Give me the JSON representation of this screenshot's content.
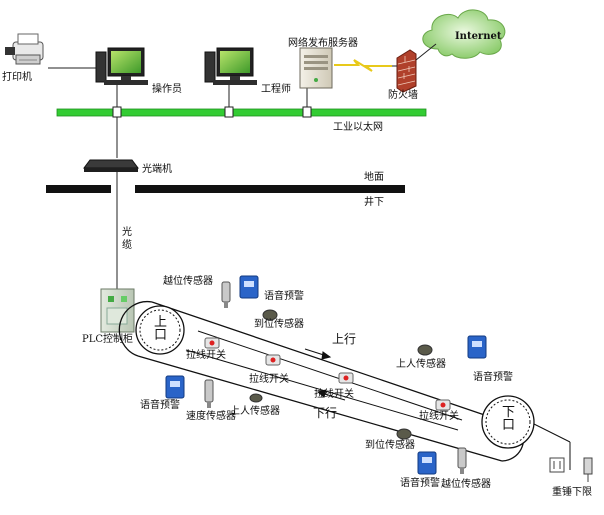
{
  "network": {
    "printer": "打印机",
    "operator": "操作员",
    "engineer": "工程师",
    "web_server": "网络发布服务器",
    "internet": "Internet",
    "firewall": "防火墙",
    "ethernet": "工业以太网",
    "optical_switch": "光端机",
    "ground": "地面",
    "underground": "井下",
    "cable": "光缆",
    "plc": "PLC控制柜"
  },
  "conveyor": {
    "head_pulley": "上口",
    "tail_pulley": "下口",
    "up_direction": "上行",
    "down_direction": "下行",
    "tension_weight": "重锤下限"
  },
  "sensors": {
    "overtravel_top": "越位传感器",
    "voice_alarm_top": "语音预警",
    "position_top": "到位传感器",
    "pull_switch_1": "拉线开关",
    "pull_switch_2": "拉线开关",
    "pull_switch_3": "拉线开关",
    "pull_switch_4": "拉线开关",
    "person_sensor_right": "上人传感器",
    "voice_alarm_right": "语音预警",
    "voice_alarm_left": "语音预警",
    "speed_sensor": "速度传感器",
    "person_sensor_left": "上人传感器",
    "position_bottom": "到位传感器",
    "voice_alarm_bottom": "语音预警",
    "overtravel_bottom": "越位传感器"
  },
  "colors": {
    "ethernet_bus": "#33cc33",
    "ground_bar": "#111111",
    "voice_alarm_blue": "#2a64c8",
    "firewall_brick": "#c0392b",
    "cloud_green": "#9bd47a"
  }
}
